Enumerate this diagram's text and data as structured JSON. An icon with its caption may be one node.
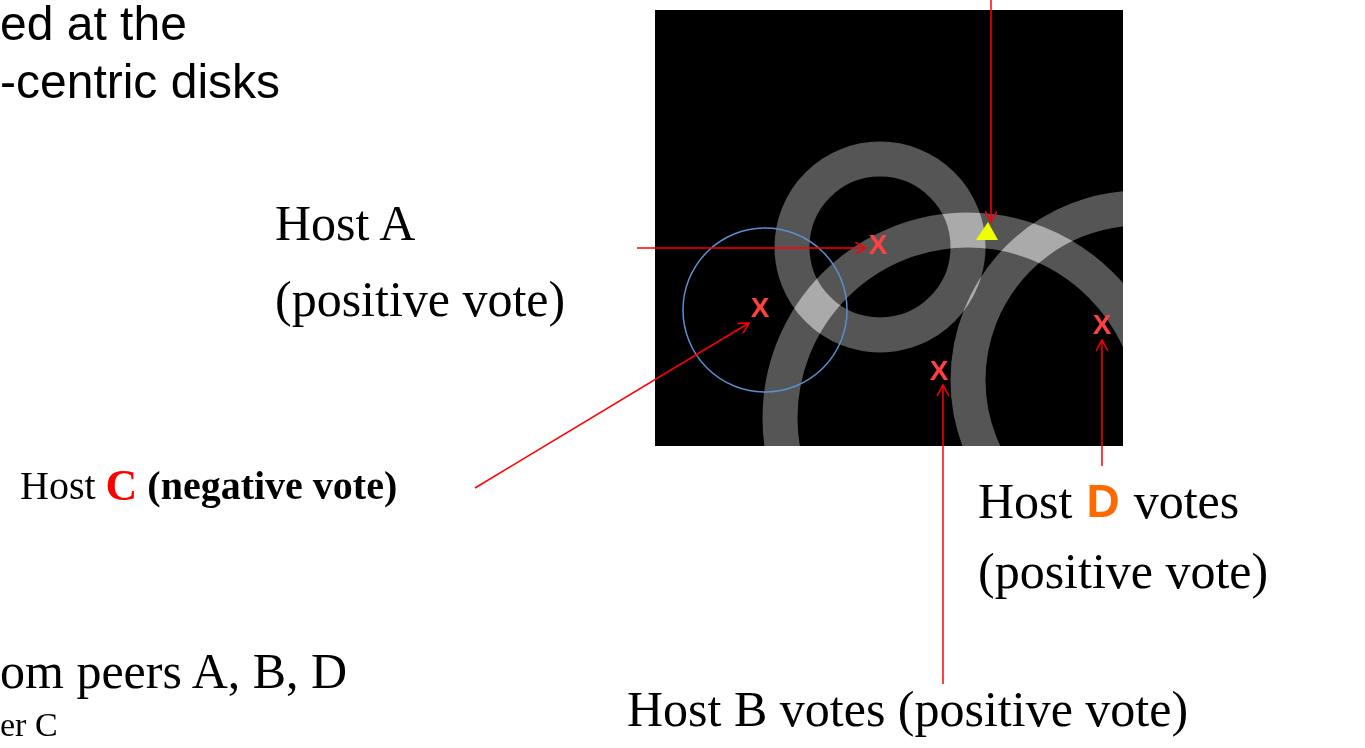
{
  "diagram": {
    "nodes": [
      {
        "text": [
          "Host A",
          "(positive vote)"
        ]
      },
      {
        "text": [
          "X"
        ]
      },
      {
        "text": [
          "Host",
          "C",
          "(negative vote)"
        ]
      },
      {
        "text": [
          "X"
        ]
      },
      {
        "text": [
          "Host",
          "D",
          "votes",
          "(positive vote)"
        ]
      },
      {
        "text": [
          "X"
        ]
      },
      {
        "text": [
          "Host B votes (positive vote)"
        ]
      },
      {
        "text": [
          "X"
        ]
      },
      {
        "text": [],
        "shape": "triangle"
      }
    ],
    "edges": [
      {
        "from": 0,
        "to": 1,
        "arrow": "to"
      },
      {
        "from": 2,
        "to": 3,
        "arrow": "to"
      },
      {
        "from": 4,
        "to": 5,
        "arrow": "to"
      },
      {
        "from": 6,
        "to": 7,
        "arrow": "to"
      },
      {
        "from": null,
        "to": 8,
        "arrow": "to"
      }
    ],
    "labels": [
      "ed at the",
      "-centric disks",
      "om peers A, B, D",
      "er C"
    ]
  }
}
